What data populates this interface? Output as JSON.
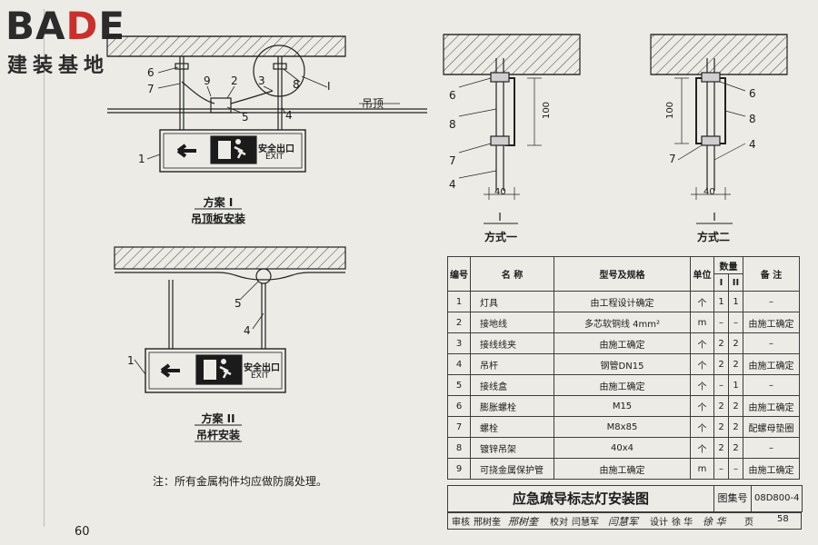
{
  "logo": {
    "text_b": "BA",
    "text_d": "D",
    "text_e": "E",
    "subtitle": "建装基地"
  },
  "plan1": {
    "caption_top": "方案 I",
    "caption_bottom": "吊顶板安装",
    "sign_cn": "安全出口",
    "sign_en": "EXIT",
    "ceiling_label": "吊顶",
    "callouts": [
      "1",
      "2",
      "3",
      "4",
      "5",
      "6",
      "7",
      "8",
      "9",
      "I"
    ]
  },
  "plan2": {
    "caption_top": "方案 II",
    "caption_bottom": "吊杆安装",
    "sign_cn": "安全出口",
    "sign_en": "EXIT",
    "callouts": [
      "1",
      "4",
      "5"
    ]
  },
  "detail1": {
    "roman": "I",
    "caption": "方式一",
    "dim_height": "100",
    "dim_width": "40",
    "callouts": [
      "6",
      "8",
      "7",
      "4"
    ]
  },
  "detail2": {
    "roman": "I",
    "caption": "方式二",
    "dim_height": "100",
    "dim_width": "40",
    "callouts": [
      "6",
      "8",
      "7",
      "4"
    ]
  },
  "note": "注：所有金属构件均应做防腐处理。",
  "page_number": "60",
  "table": {
    "headers": {
      "no": "编号",
      "name": "名  称",
      "model": "型号及规格",
      "unit": "单位",
      "qty": "数量",
      "q1": "I",
      "q2": "II",
      "remark": "备  注"
    },
    "rows": [
      {
        "no": "1",
        "name": "灯具",
        "model": "由工程设计确定",
        "unit": "个",
        "q1": "1",
        "q2": "1",
        "remark": "–"
      },
      {
        "no": "2",
        "name": "接地线",
        "model": "多芯软铜线   4mm²",
        "unit": "m",
        "q1": "–",
        "q2": "–",
        "remark": "由施工确定"
      },
      {
        "no": "3",
        "name": "接线线夹",
        "model": "由施工确定",
        "unit": "个",
        "q1": "2",
        "q2": "2",
        "remark": "–"
      },
      {
        "no": "4",
        "name": "吊杆",
        "model": "钢管DN15",
        "unit": "个",
        "q1": "2",
        "q2": "2",
        "remark": "由施工确定"
      },
      {
        "no": "5",
        "name": "接线盒",
        "model": "由施工确定",
        "unit": "个",
        "q1": "–",
        "q2": "1",
        "remark": "–"
      },
      {
        "no": "6",
        "name": "膨胀螺栓",
        "model": "M15",
        "unit": "个",
        "q1": "2",
        "q2": "2",
        "remark": "由施工确定"
      },
      {
        "no": "7",
        "name": "螺栓",
        "model": "M8x85",
        "unit": "个",
        "q1": "2",
        "q2": "2",
        "remark": "配螺母垫圈"
      },
      {
        "no": "8",
        "name": "镀锌吊架",
        "model": "40x4",
        "unit": "个",
        "q1": "2",
        "q2": "2",
        "remark": "–"
      },
      {
        "no": "9",
        "name": "可挠金属保护管",
        "model": "由施工确定",
        "unit": "m",
        "q1": "–",
        "q2": "–",
        "remark": "由施工确定"
      }
    ]
  },
  "titleblock": {
    "title": "应急疏导标志灯安装图",
    "atlas_label": "图集号",
    "atlas_no": "08D800-4",
    "review_label": "审核",
    "reviewer": "邢树奎",
    "check_label": "校对",
    "checker": "闫慧军",
    "design_label": "设计",
    "designer": "徐 华",
    "page_label": "页",
    "page_no": "58"
  },
  "colors": {
    "ink": "#1b1b1b",
    "paper": "#ecebe6",
    "logo_red": "#c9302c"
  }
}
